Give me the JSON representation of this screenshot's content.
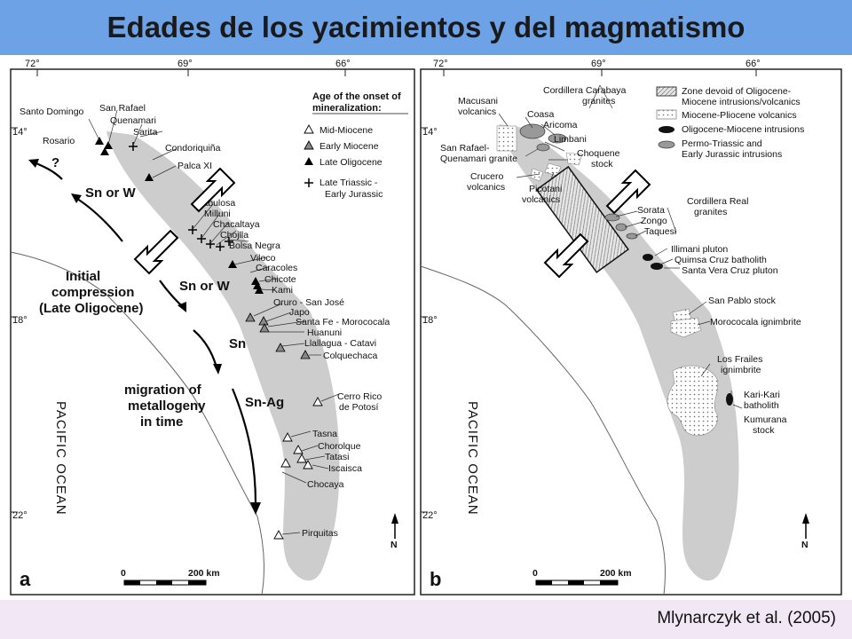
{
  "title": "Edades de los yacimientos y del magmatismo",
  "credit": "Mlynarczyk et al. (2005)",
  "colors": {
    "title_bar": "#6ea2e6",
    "bottom_band": "#f1e7f5",
    "belt": "#cdcdcd"
  },
  "panel_a": {
    "letter": "a",
    "lon_labels": [
      "72°",
      "69°",
      "66°"
    ],
    "lat_labels": [
      "14°",
      "18°",
      "22°"
    ],
    "ocean": "PACIFIC   OCEAN",
    "scale": {
      "zero": "0",
      "end": "200 km"
    },
    "north": "N",
    "legend": {
      "title_line1": "Age of the onset of",
      "title_line2": "mineralization:",
      "items": [
        {
          "symbol": "open-triangle",
          "label": "Mid-Miocene"
        },
        {
          "symbol": "grey-triangle",
          "label": "Early Miocene"
        },
        {
          "symbol": "black-triangle",
          "label": "Late Oligocene"
        },
        {
          "symbol": "plus",
          "label": "Late Triassic -"
        }
      ],
      "item4_line2": "Early Jurassic"
    },
    "annotations": {
      "question": "?",
      "sn_or_w_1": "Sn or W",
      "sn_or_w_2": "Sn or W",
      "sn": "Sn",
      "sn_ag": "Sn-Ag",
      "initial_line1": "Initial",
      "initial_line2": "compression",
      "initial_line3": "(Late Oligocene)",
      "migration_line1": "migration of",
      "migration_line2": "metallogeny",
      "migration_line3": "in time"
    },
    "deposits": [
      "Santo Domingo",
      "San Rafael",
      "Quenamari",
      "Sarita",
      "Rosario",
      "Condoriquiña",
      "Palca XI",
      "Fabulosa",
      "Milluni",
      "Chacaltaya",
      "Chojlla",
      "Bolsa Negra",
      "Viloco",
      "Caracoles",
      "Chicote",
      "Kami",
      "Oruro - San José",
      "Japo",
      "Santa Fe - Morococala",
      "Huanuni",
      "Llallagua - Catavi",
      "Colquechaca",
      "Cerro Rico",
      "de Potosí",
      "Tasna",
      "Chorolque",
      "Tatasi",
      "Iscaisca",
      "Chocaya",
      "Pirquitas"
    ]
  },
  "panel_b": {
    "letter": "b",
    "lon_labels": [
      "72°",
      "69°",
      "66°"
    ],
    "lat_labels": [
      "14°",
      "18°",
      "22°"
    ],
    "ocean": "PACIFIC   OCEAN",
    "scale": {
      "zero": "0",
      "end": "200 km"
    },
    "north": "N",
    "legend": {
      "items": [
        {
          "symbol": "hatched-box",
          "line1": "Zone devoid of Oligocene-",
          "line2": "Miocene intrusions/volcanics"
        },
        {
          "symbol": "dotted-box",
          "line1": "Miocene-Pliocene volcanics",
          "line2": ""
        },
        {
          "symbol": "black-blob",
          "line1": "Oligocene-Miocene intrusions",
          "line2": ""
        },
        {
          "symbol": "grey-blob",
          "line1": "Permo-Triassic and",
          "line2": "Early Jurassic intrusions"
        }
      ]
    },
    "labels": [
      "Cordillera Carabaya",
      "granites",
      "Macusani",
      "volcanics",
      "Coasa",
      "Aricoma",
      "Limbani",
      "San Rafael-",
      "Quenamari granite",
      "Choquene",
      "stock",
      "Crucero",
      "volcanics",
      "Picotani",
      "volcanics",
      "Sorata",
      "Zongo",
      "Taquesi",
      "Cordillera Real",
      "granites",
      "Illimani pluton",
      "Quimsa Cruz batholith",
      "Santa Vera Cruz pluton",
      "San Pablo stock",
      "Morococala ignimbrite",
      "Los Frailes",
      "ignimbrite",
      "Kari-Kari",
      "batholith",
      "Kumurana",
      "stock"
    ]
  }
}
